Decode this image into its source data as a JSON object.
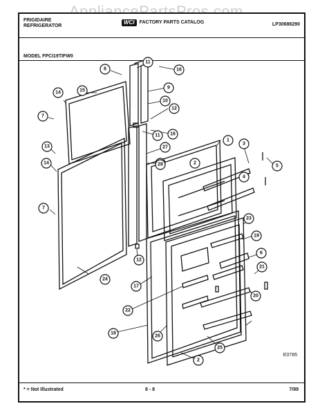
{
  "watermark": "AppliancePartsPros.com",
  "header": {
    "brand_line1": "FRIGIDAIRE",
    "brand_line2": "REFRIGERATOR",
    "catalog_logo": "WCI",
    "catalog_title": "FACTORY PARTS CATALOG",
    "part_number": "LP30688290"
  },
  "model_label": "MODEL FPCI19TIFW0",
  "figure_code": "E0785",
  "footer": {
    "note": "* = Not Illustrated",
    "page": "8 - 8",
    "date": "7/89"
  },
  "callouts": [
    "1",
    "2",
    "2",
    "2",
    "3",
    "4",
    "5",
    "6",
    "7",
    "7",
    "8",
    "9",
    "10",
    "11",
    "11",
    "12",
    "12",
    "13",
    "14",
    "14",
    "15",
    "16",
    "16",
    "17",
    "18",
    "19",
    "20",
    "21",
    "22",
    "23",
    "24",
    "25",
    "26",
    "27",
    "28"
  ]
}
